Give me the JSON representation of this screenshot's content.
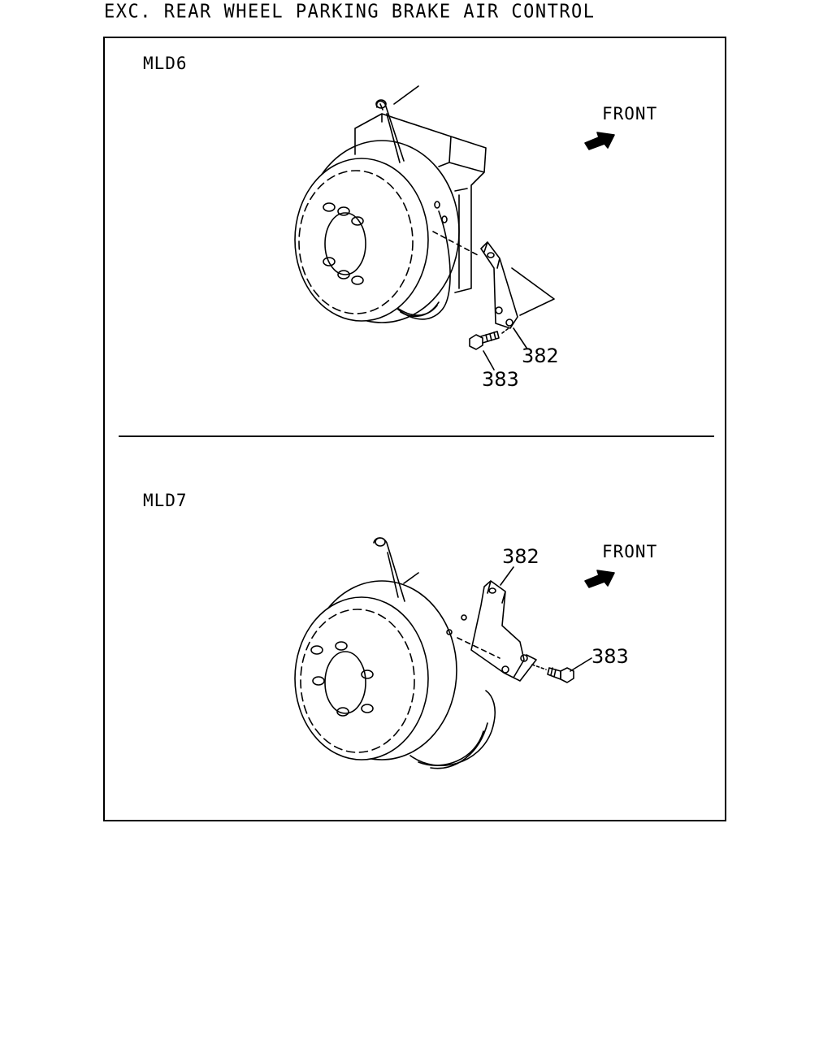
{
  "title": "EXC. REAR WHEEL PARKING BRAKE AIR CONTROL",
  "panels": [
    {
      "variant": "MLD6",
      "front_label": "FRONT",
      "callouts": {
        "bracket": "382",
        "bolt": "383"
      }
    },
    {
      "variant": "MLD7",
      "front_label": "FRONT",
      "callouts": {
        "bracket": "382",
        "bolt": "383"
      }
    }
  ],
  "icons": {
    "front_arrow": "front-arrow-icon"
  }
}
